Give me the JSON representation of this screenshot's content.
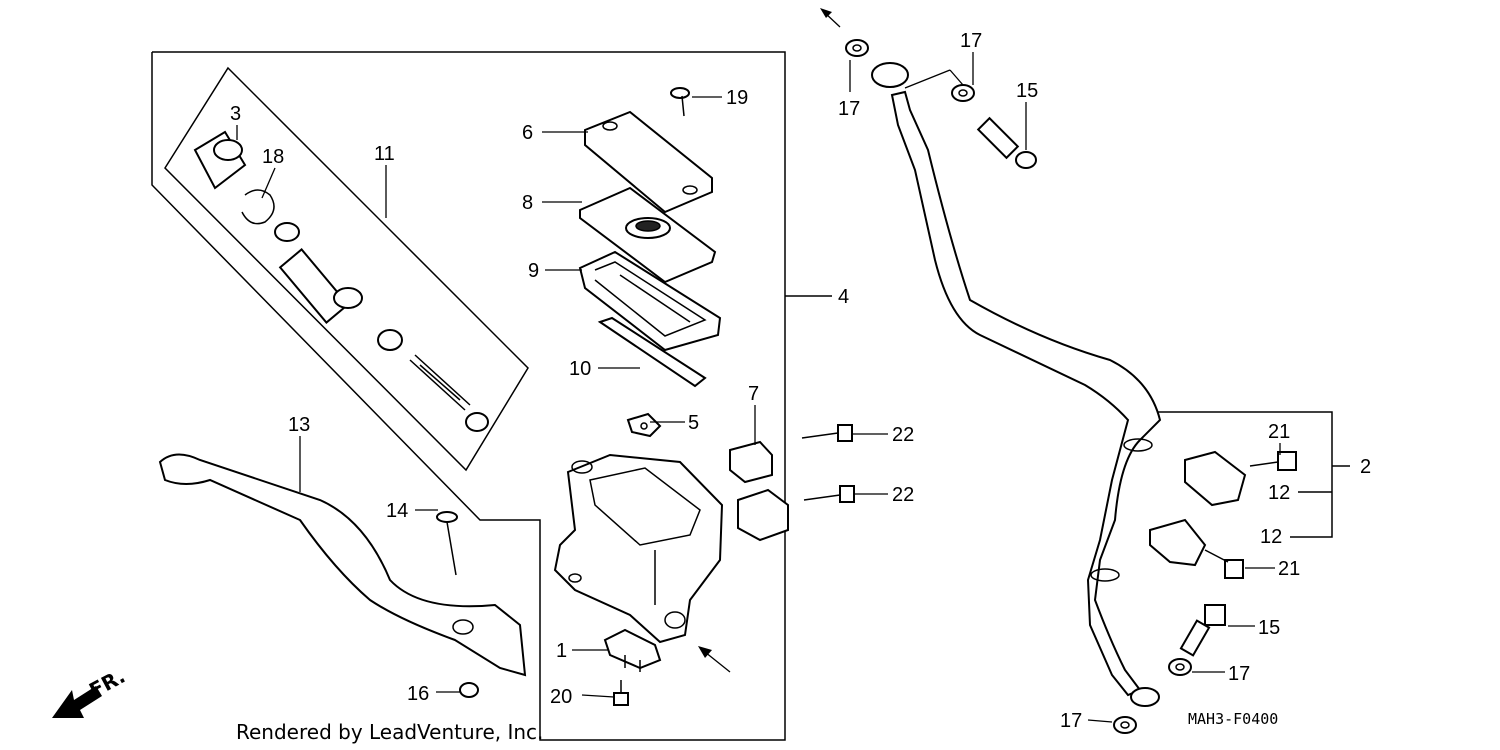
{
  "diagram_code": "MAH3-F0400",
  "credit": "Rendered by LeadVenture, Inc.",
  "direction_label": "FR.",
  "callouts": {
    "p1": "1",
    "p2": "2",
    "p3": "3",
    "p4": "4",
    "p5": "5",
    "p6": "6",
    "p7": "7",
    "p8": "8",
    "p9": "9",
    "p10": "10",
    "p11": "11",
    "p12a": "12",
    "p12b": "12",
    "p13": "13",
    "p14": "14",
    "p15a": "15",
    "p15b": "15",
    "p16": "16",
    "p17a": "17",
    "p17b": "17",
    "p17c": "17",
    "p17d": "17",
    "p18": "18",
    "p19": "19",
    "p20": "20",
    "p21a": "21",
    "p21b": "21",
    "p22a": "22",
    "p22b": "22"
  }
}
